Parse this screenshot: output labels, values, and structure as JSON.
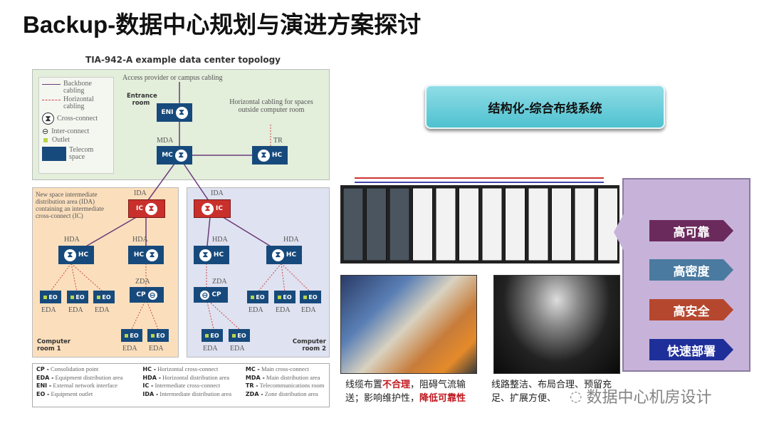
{
  "title": "Backup-数据中心规划与演进方案探讨",
  "topology": {
    "title": "TIA-942-A example data center topology",
    "access": "Access provider or campus cabling",
    "entrance": "Entrance room",
    "horizontal_note": "Horizontal cabling for spaces outside computer room",
    "legend": {
      "backbone": "Backbone cabling",
      "horizontal": "Horizontal cabling",
      "cross": "Cross-connect",
      "inter": "Inter-connect",
      "outlet": "Outlet",
      "telecom": "Telecom space"
    },
    "labels": {
      "mda": "MDA",
      "tr": "TR",
      "ida": "IDA",
      "hda": "HDA",
      "zda": "ZDA",
      "eda": "EDA"
    },
    "nodes": {
      "eni": "ENI",
      "mc": "MC",
      "hc": "HC",
      "ic": "IC",
      "cp": "CP",
      "eo": "EO"
    },
    "new_space": "New space intermediate distribution area (IDA) containing an intermediate cross-connect (IC)",
    "room1": "Computer room 1",
    "room2": "Computer room 2",
    "glossary": [
      {
        "abbr": "CP -",
        "text": "Consolidation point"
      },
      {
        "abbr": "EDA -",
        "text": "Equipment distribution area"
      },
      {
        "abbr": "ENI -",
        "text": "External network interface"
      },
      {
        "abbr": "EO -",
        "text": "Equipment outlet"
      },
      {
        "abbr": "HC -",
        "text": "Horizontal cross-connect"
      },
      {
        "abbr": "HDA -",
        "text": "Horizontal distribution area"
      },
      {
        "abbr": "IC -",
        "text": "Intermediate cross-connect"
      },
      {
        "abbr": "IDA -",
        "text": "Intermediate distribution area"
      },
      {
        "abbr": "MC -",
        "text": "Main cross-connect"
      },
      {
        "abbr": "MDA -",
        "text": "Main distribution area"
      },
      {
        "abbr": "TR -",
        "text": "Telecommunications room"
      },
      {
        "abbr": "ZDA -",
        "text": "Zone distribution area"
      }
    ]
  },
  "banner": "结构化-综合布线系统",
  "features": [
    {
      "label": "高可靠",
      "color": "#6b2a5c"
    },
    {
      "label": "高密度",
      "color": "#4a7aa0"
    },
    {
      "label": "高安全",
      "color": "#b5472f"
    },
    {
      "label": "快速部署",
      "color": "#1f2f9a"
    }
  ],
  "captions": {
    "left_1": "线缆布置",
    "left_2": "不合理",
    "left_3": "，阻碍气流输送；影响维护性，",
    "left_4": "降低可靠性",
    "right": "线路整洁、布局合理、预留充足、扩展方便、"
  },
  "watermark": "数据中心机房设计"
}
